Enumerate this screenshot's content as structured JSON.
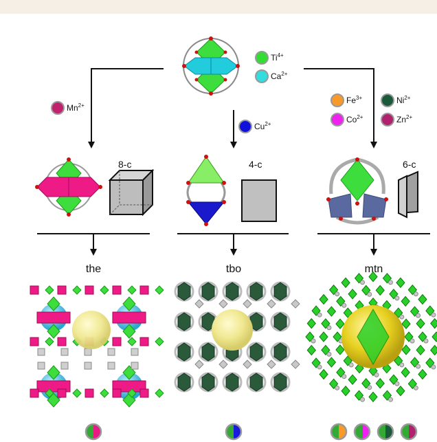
{
  "legend_top": [
    {
      "label": "Ti",
      "charge": "4+",
      "color": "#33dd33"
    },
    {
      "label": "Ca",
      "charge": "2+",
      "color": "#33dddd"
    }
  ],
  "branch_left": {
    "ions": [
      {
        "label": "Mn",
        "charge": "2+",
        "color": "#c0226e"
      }
    ],
    "connectivity": "8-c",
    "topology": "the",
    "pie": [
      "#33aa33",
      "#e81a86"
    ]
  },
  "branch_middle": {
    "ions": [
      {
        "label": "Cu",
        "charge": "2+",
        "color": "#1010dd"
      }
    ],
    "connectivity": "4-c",
    "topology": "tbo",
    "pie": [
      "#33aa33",
      "#1a1add"
    ]
  },
  "branch_right": {
    "ions": [
      {
        "label": "Fe",
        "charge": "3+",
        "color": "#f79a2a"
      },
      {
        "label": "Ni",
        "charge": "2+",
        "color": "#1a5a3a"
      },
      {
        "label": "Co",
        "charge": "2+",
        "color": "#ee22ee"
      },
      {
        "label": "Zn",
        "charge": "2+",
        "color": "#b0226e"
      }
    ],
    "connectivity": "6-c",
    "topology": "mtn",
    "pies": [
      [
        "#33aa33",
        "#f79a2a"
      ],
      [
        "#33aa33",
        "#ee22ee"
      ],
      [
        "#33aa33",
        "#1a5a3a"
      ],
      [
        "#33aa33",
        "#b0226e"
      ]
    ]
  }
}
